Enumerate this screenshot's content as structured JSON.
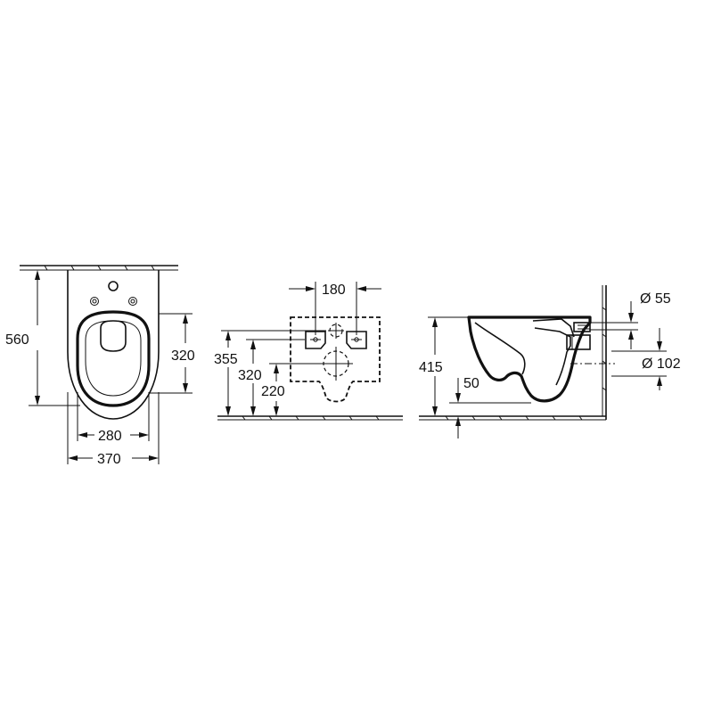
{
  "views": {
    "front": {
      "dims": {
        "height_label": "560",
        "bowl_height_label": "320",
        "inner_width_label": "280",
        "outer_width_label": "370"
      }
    },
    "wall": {
      "dims": {
        "fixing_spacing_label": "180",
        "upper_height_label": "355",
        "fixing_height_label": "320",
        "outlet_height_label": "220"
      }
    },
    "side": {
      "dims": {
        "rim_height_label": "415",
        "floor_offset_label": "50",
        "inlet_diameter_label": "Ø 55",
        "outlet_diameter_label": "Ø 102"
      }
    }
  }
}
